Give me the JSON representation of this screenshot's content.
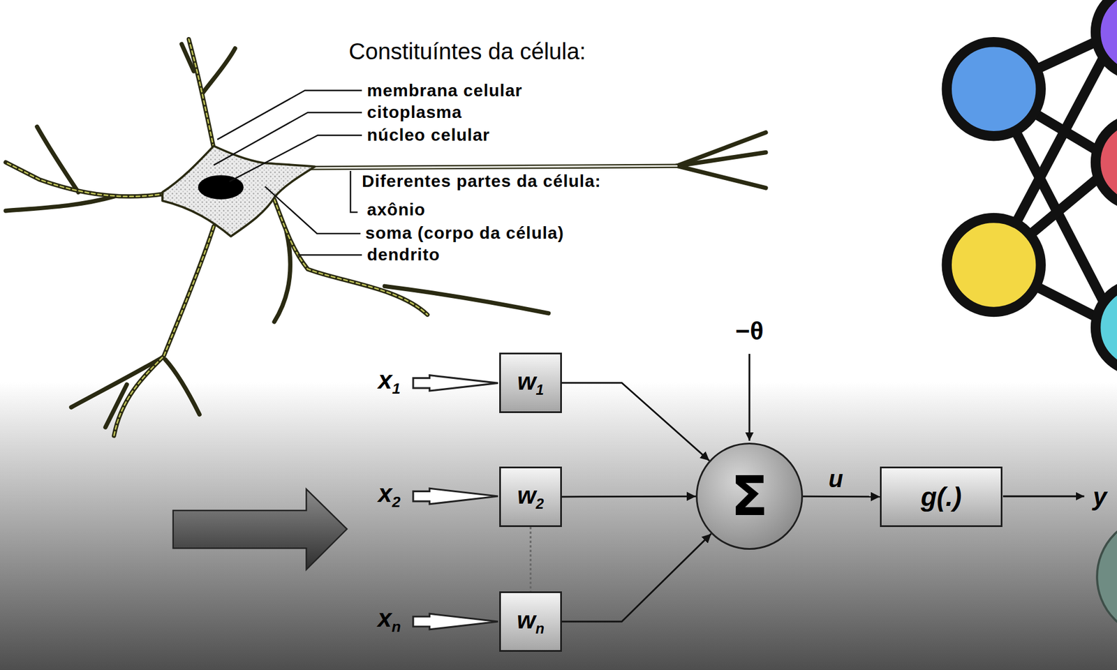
{
  "diagram": {
    "nodes": [
      {
        "text": [
          "w1"
        ]
      },
      {
        "text": [
          "w2"
        ]
      },
      {
        "text": [
          "wn"
        ]
      },
      {
        "text": [
          "Σ"
        ]
      },
      {
        "text": [
          "g(.)"
        ]
      }
    ],
    "edges": [
      {
        "from": 0,
        "to": 3,
        "arrow": "to"
      },
      {
        "from": 1,
        "to": 3,
        "arrow": "to"
      },
      {
        "from": 2,
        "to": 3,
        "arrow": "to"
      },
      {
        "from": 3,
        "to": 4,
        "label": "u",
        "arrow": "to"
      },
      {
        "from": 1,
        "to": 2,
        "arrow": "none"
      }
    ],
    "labels": [
      "Constituíntes da célula:",
      "membrana celular",
      "citoplasma",
      "núcleo celular",
      "Diferentes partes da célula:",
      "axônio",
      "soma (corpo da célula)",
      "dendrito",
      "x1",
      "x2",
      "xn",
      "−θ",
      "y"
    ]
  }
}
